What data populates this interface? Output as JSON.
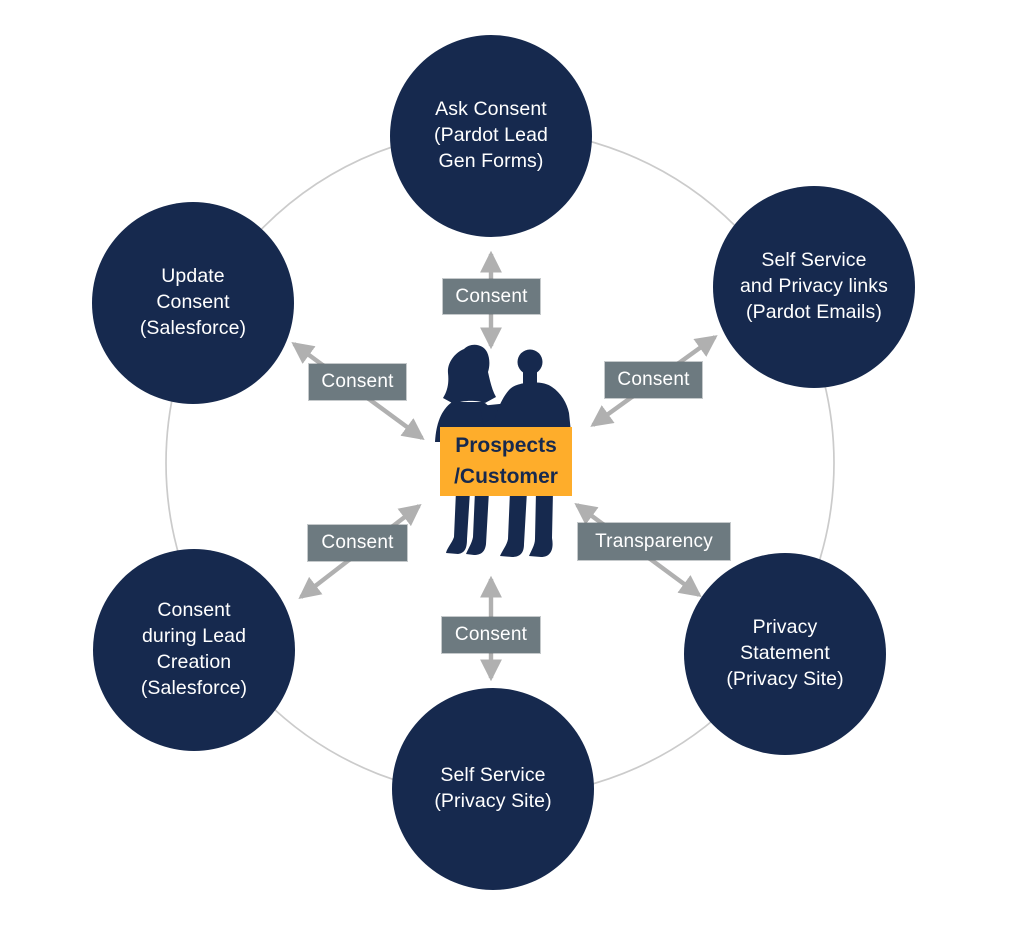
{
  "diagram": {
    "background_color": "#FFFFFF",
    "colors": {
      "node_fill": "#16294E",
      "node_text": "#FFFFFF",
      "edge_label_bg": "#6D7A80",
      "edge_label_text": "#FFFFFF",
      "arrow": "#B0B0B0",
      "ring": "#CBCBCB",
      "sign_bg": "#FEAD2B",
      "sign_text": "#16294E",
      "figure_fill": "#16294E"
    },
    "center": {
      "sign_label": "Prospects\n/Customer",
      "figures_icon": "two-people-silhouette-icon"
    },
    "nodes": [
      {
        "id": "ask-consent",
        "position": "top",
        "label": "Ask Consent\n(Pardot Lead\nGen Forms)"
      },
      {
        "id": "self-service-privacy-links",
        "position": "top-right",
        "label": "Self Service\nand Privacy links\n(Pardot Emails)"
      },
      {
        "id": "privacy-statement",
        "position": "bottom-right",
        "label": "Privacy\nStatement\n(Privacy Site)"
      },
      {
        "id": "self-service",
        "position": "bottom",
        "label": "Self Service\n(Privacy Site)"
      },
      {
        "id": "consent-during-lead-creation",
        "position": "bottom-left",
        "label": "Consent\nduring Lead\nCreation\n(Salesforce)"
      },
      {
        "id": "update-consent",
        "position": "left",
        "label": "Update\nConsent\n(Salesforce)"
      }
    ],
    "edge_labels": [
      {
        "position": "top",
        "label": "Consent",
        "connects": "center ↔ ask-consent"
      },
      {
        "position": "right",
        "label": "Consent",
        "connects": "center ↔ self-service-privacy-links"
      },
      {
        "position": "bottom-right",
        "label": "Transparency",
        "connects": "center ↔ privacy-statement"
      },
      {
        "position": "bottom",
        "label": "Consent",
        "connects": "center ↔ self-service"
      },
      {
        "position": "bottom-left",
        "label": "Consent",
        "connects": "center ↔ consent-during-lead-creation"
      },
      {
        "position": "left",
        "label": "Consent",
        "connects": "center ↔ update-consent"
      }
    ]
  }
}
